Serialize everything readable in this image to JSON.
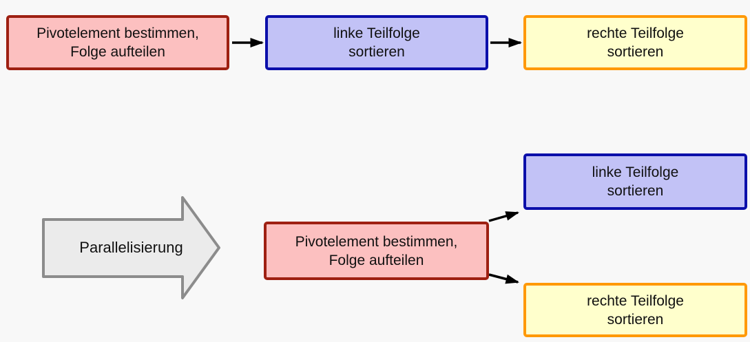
{
  "diagram": {
    "sequential_flow": {
      "pivot_box": {
        "line1": "Pivotelement bestimmen,",
        "line2": "Folge aufteilen"
      },
      "left_box": {
        "line1": "linke Teilfolge",
        "line2": "sortieren"
      },
      "right_box": {
        "line1": "rechte Teilfolge",
        "line2": "sortieren"
      }
    },
    "transform_label": "Parallelisierung",
    "parallel_flow": {
      "pivot_box": {
        "line1": "Pivotelement bestimmen,",
        "line2": "Folge aufteilen"
      },
      "left_box": {
        "line1": "linke Teilfolge",
        "line2": "sortieren"
      },
      "right_box": {
        "line1": "rechte Teilfolge",
        "line2": "sortieren"
      }
    },
    "colors": {
      "background": "#f8f8f8",
      "pivot_fill": "#fcc0c0",
      "pivot_border": "#9e2012",
      "left_fill": "#c2c2f6",
      "left_border": "#0b0faa",
      "right_fill": "#ffffcc",
      "right_border": "#ff9908",
      "connector_arrow": "#000000",
      "big_arrow_fill": "#ebebeb",
      "big_arrow_border": "#8c8c8c"
    }
  }
}
